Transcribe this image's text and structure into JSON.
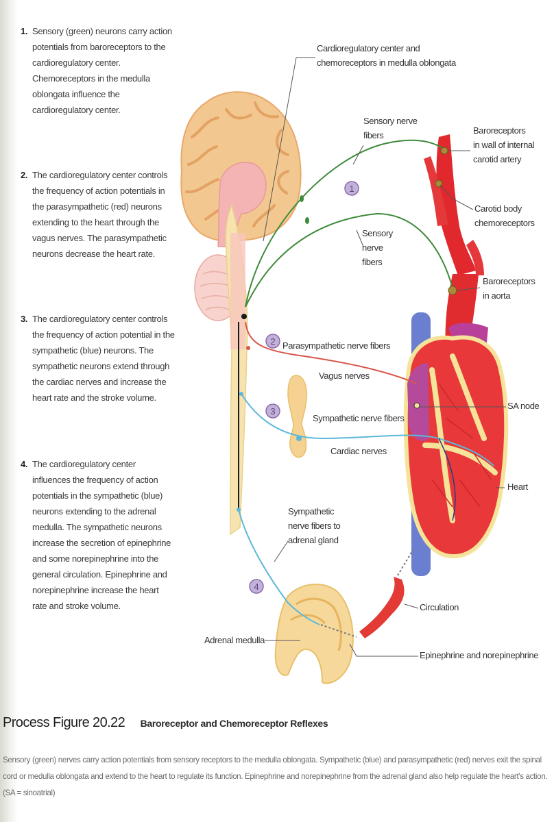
{
  "steps": [
    {
      "num": "1.",
      "text": "Sensory (green) neurons carry action potentials from baroreceptors to the cardioregulatory center. Chemoreceptors in the medulla oblongata influence the cardioregulatory center."
    },
    {
      "num": "2.",
      "text": "The cardioregulatory center controls the frequency of action potentials in the parasympathetic (red) neurons extending to the heart through the vagus nerves. The parasympathetic neurons decrease the heart rate."
    },
    {
      "num": "3.",
      "text": "The cardioregulatory center controls the frequency of action potential in the sympathetic (blue) neurons. The sympathetic neurons extend through the cardiac nerves and increase the heart rate and the stroke volume."
    },
    {
      "num": "4.",
      "text": "The cardioregulatory center influences the frequency of action potentials in the sympathetic (blue) neurons extending to the adrenal medulla. The sympathetic neurons increase the secretion of epinephrine and some norepinephrine into the general circulation. Epinephrine and norepinephrine increase the heart rate and stroke volume."
    }
  ],
  "labels": {
    "cardioregulatory": "Cardioregulatory center and\nchemoreceptors in medulla oblongata",
    "sensory_fibers_top": "Sensory nerve\nfibers",
    "sensory_fibers_mid": "Sensory\nnerve\nfibers",
    "baroreceptors_carotid": "Baroreceptors\nin wall of internal\ncarotid artery",
    "carotid_body": "Carotid body\nchemoreceptors",
    "baroreceptors_aorta": "Baroreceptors\nin aorta",
    "parasympathetic": "Parasympathetic nerve fibers",
    "vagus": "Vagus nerves",
    "sa_node": "SA node",
    "sympathetic": "Sympathetic nerve fibers",
    "cardiac": "Cardiac nerves",
    "heart": "Heart",
    "sympathetic_adrenal": "Sympathetic\nnerve fibers to\nadrenal gland",
    "circulation": "Circulation",
    "adrenal_medulla": "Adrenal medulla",
    "epinephrine": "Epinephrine and norepinephrine"
  },
  "badges": [
    "1",
    "2",
    "3",
    "4"
  ],
  "figure": {
    "number": "Process Figure 20.22",
    "title": "Baroreceptor and Chemoreceptor Reflexes",
    "caption": "Sensory (green) nerves carry action potentials from sensory receptors to the medulla oblongata. Sympathetic (blue) and parasympathetic (red) nerves exit the spinal cord or medulla oblongata and extend to the heart to regulate its function. Epinephrine and norepinephrine from the adrenal gland also help regulate the heart's action. (SA = sinoatrial)"
  },
  "colors": {
    "sensory": "#3f8a3a",
    "parasympathetic": "#d9564a",
    "sympathetic": "#5bb8d8",
    "badge": "#8a6aac",
    "brain": "#f3c790",
    "heart": "#e8383a"
  }
}
